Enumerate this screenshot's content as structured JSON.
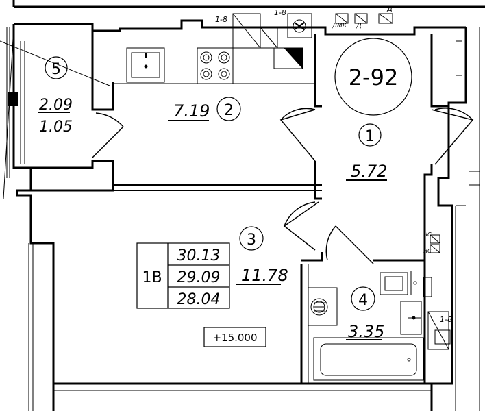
{
  "plan": {
    "apartment_code": "1В",
    "section_badge": "2-92",
    "level_mark": "+15.000",
    "areas": {
      "total": "30.13",
      "living_plus": "29.09",
      "net": "28.04"
    },
    "rooms": [
      {
        "number": "1",
        "area": "5.72"
      },
      {
        "number": "2",
        "area": "7.19"
      },
      {
        "number": "3",
        "area": "11.78"
      },
      {
        "number": "4",
        "area": "3.35"
      },
      {
        "number": "5",
        "area_a": "2.09",
        "area_b": "1.05"
      }
    ],
    "duct_tags": [
      "1-8",
      "1-8",
      "ДМК",
      "Д",
      "Д",
      "1-8"
    ],
    "nc_tags": [
      "НС",
      "НС"
    ]
  }
}
